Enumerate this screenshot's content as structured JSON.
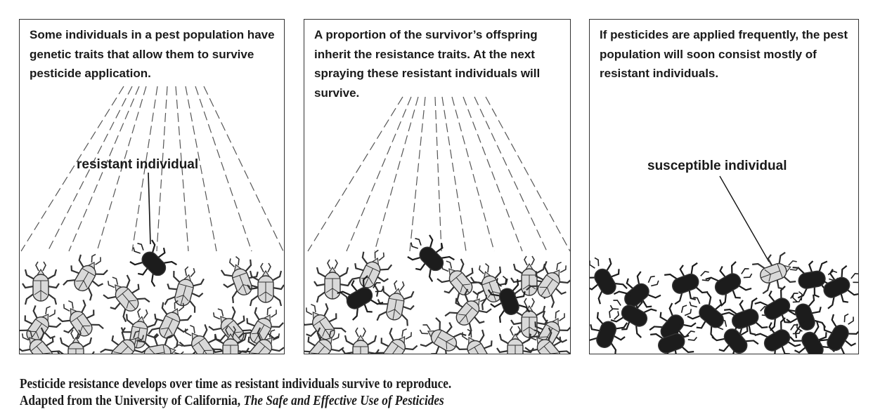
{
  "panels": [
    {
      "text": "Some individuals in a pest population have genetic traits that allow them to survive pesticide application.",
      "label": "resistant individual"
    },
    {
      "text": "A proportion of the survivor’s offspring inherit the resistance traits. At the next spraying these resistant individuals will survive."
    },
    {
      "text": "If pesticides are applied frequently, the pest population will soon consist mostly of resistant individuals.",
      "label": "susceptible individual"
    }
  ],
  "caption": {
    "line1": "Pesticide resistance develops over time as resistant individuals survive to reproduce.",
    "line2_prefix": "Adapted from the University of California, ",
    "line2_title": "The Safe and Effective Use of Pesticides"
  },
  "colors": {
    "susceptible": "#d9d9d9",
    "resistant": "#1c1c1c",
    "outline": "#333333"
  }
}
